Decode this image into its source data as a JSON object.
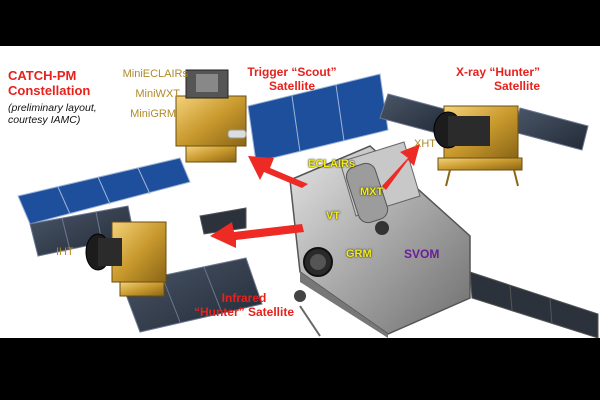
{
  "title": {
    "line1": "CATCH-PM",
    "line2": "Constellation",
    "note_line1": "(preliminary layout,",
    "note_line2": "courtesy IAMC)"
  },
  "scout": {
    "instruments": [
      "MiniECLAIRs",
      "MiniWXT",
      "MiniGRM"
    ],
    "label_line1": "Trigger “Scout”",
    "label_line2": "Satellite"
  },
  "xray": {
    "label_line1": "X-ray “Hunter”",
    "label_line2": "Satellite",
    "instrument": "XHT"
  },
  "infrared": {
    "label_line1": "Infrared",
    "label_line2": "“Hunter” Satellite",
    "instrument": "IHT"
  },
  "svom": {
    "name": "SVOM",
    "instruments": [
      "ECLAIRs",
      "MXT",
      "VT",
      "GRM"
    ]
  },
  "colors": {
    "red_label": "#e8211c",
    "gold_label": "#b08a2a",
    "yellow_label": "#f3ec19",
    "purple_label": "#6a1d9a",
    "solar_panel": "#1d4f9c",
    "arrow": "#ee2a24"
  }
}
